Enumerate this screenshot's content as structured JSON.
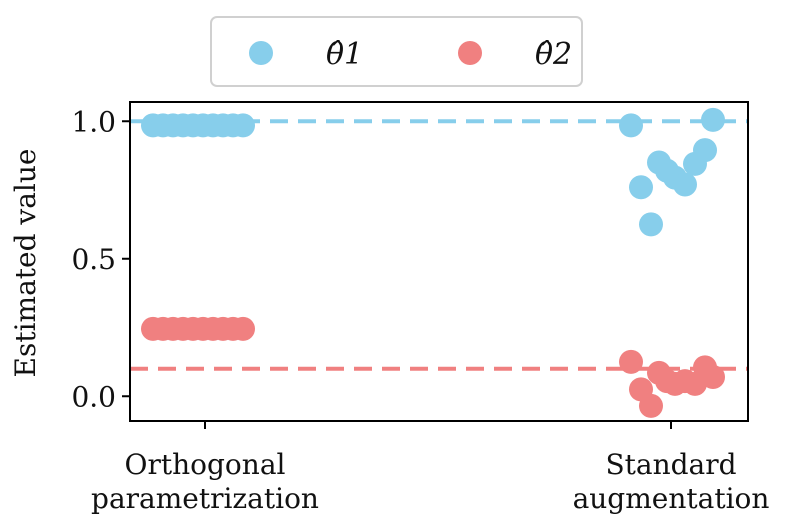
{
  "chart_data": {
    "type": "scatter",
    "title": "",
    "xlabel": "",
    "ylabel": "Estimated value",
    "categories": [
      "Orthogonal\nparametrization",
      "Standard\naugmentation"
    ],
    "ylim": [
      -0.09,
      1.07
    ],
    "yticks": [
      0.0,
      0.5,
      1.0
    ],
    "ytick_labels": [
      "0.0",
      "0.5",
      "1.0"
    ],
    "grid": false,
    "legend_position": "top-center",
    "reference_lines": [
      {
        "y": 1.0,
        "color": "#87CEEB",
        "style": "dashed"
      },
      {
        "y": 0.1,
        "color": "#F08080",
        "style": "dashed"
      }
    ],
    "series": [
      {
        "name": "θ̂1",
        "color": "#87CEEB",
        "points": [
          {
            "cat": 0,
            "offset": -0.26,
            "y": 0.985
          },
          {
            "cat": 0,
            "offset": -0.21,
            "y": 0.985
          },
          {
            "cat": 0,
            "offset": -0.16,
            "y": 0.985
          },
          {
            "cat": 0,
            "offset": -0.11,
            "y": 0.985
          },
          {
            "cat": 0,
            "offset": -0.06,
            "y": 0.985
          },
          {
            "cat": 0,
            "offset": -0.01,
            "y": 0.985
          },
          {
            "cat": 0,
            "offset": 0.04,
            "y": 0.985
          },
          {
            "cat": 0,
            "offset": 0.09,
            "y": 0.985
          },
          {
            "cat": 0,
            "offset": 0.14,
            "y": 0.985
          },
          {
            "cat": 0,
            "offset": 0.19,
            "y": 0.985
          },
          {
            "cat": 1,
            "offset": -0.2,
            "y": 0.985
          },
          {
            "cat": 1,
            "offset": -0.15,
            "y": 0.76
          },
          {
            "cat": 1,
            "offset": -0.1,
            "y": 0.625
          },
          {
            "cat": 1,
            "offset": -0.06,
            "y": 0.85
          },
          {
            "cat": 1,
            "offset": -0.02,
            "y": 0.82
          },
          {
            "cat": 1,
            "offset": 0.02,
            "y": 0.795
          },
          {
            "cat": 1,
            "offset": 0.07,
            "y": 0.77
          },
          {
            "cat": 1,
            "offset": 0.12,
            "y": 0.845
          },
          {
            "cat": 1,
            "offset": 0.17,
            "y": 0.895
          },
          {
            "cat": 1,
            "offset": 0.21,
            "y": 1.005
          }
        ]
      },
      {
        "name": "θ̂2",
        "color": "#F08080",
        "points": [
          {
            "cat": 0,
            "offset": -0.26,
            "y": 0.245
          },
          {
            "cat": 0,
            "offset": -0.21,
            "y": 0.245
          },
          {
            "cat": 0,
            "offset": -0.16,
            "y": 0.245
          },
          {
            "cat": 0,
            "offset": -0.11,
            "y": 0.245
          },
          {
            "cat": 0,
            "offset": -0.06,
            "y": 0.245
          },
          {
            "cat": 0,
            "offset": -0.01,
            "y": 0.245
          },
          {
            "cat": 0,
            "offset": 0.04,
            "y": 0.245
          },
          {
            "cat": 0,
            "offset": 0.09,
            "y": 0.245
          },
          {
            "cat": 0,
            "offset": 0.14,
            "y": 0.245
          },
          {
            "cat": 0,
            "offset": 0.19,
            "y": 0.245
          },
          {
            "cat": 1,
            "offset": -0.2,
            "y": 0.125
          },
          {
            "cat": 1,
            "offset": -0.15,
            "y": 0.025
          },
          {
            "cat": 1,
            "offset": -0.1,
            "y": -0.035
          },
          {
            "cat": 1,
            "offset": -0.06,
            "y": 0.085
          },
          {
            "cat": 1,
            "offset": -0.02,
            "y": 0.055
          },
          {
            "cat": 1,
            "offset": 0.02,
            "y": 0.045
          },
          {
            "cat": 1,
            "offset": 0.07,
            "y": 0.055
          },
          {
            "cat": 1,
            "offset": 0.12,
            "y": 0.045
          },
          {
            "cat": 1,
            "offset": 0.17,
            "y": 0.105
          },
          {
            "cat": 1,
            "offset": 0.21,
            "y": 0.07
          }
        ]
      }
    ]
  }
}
